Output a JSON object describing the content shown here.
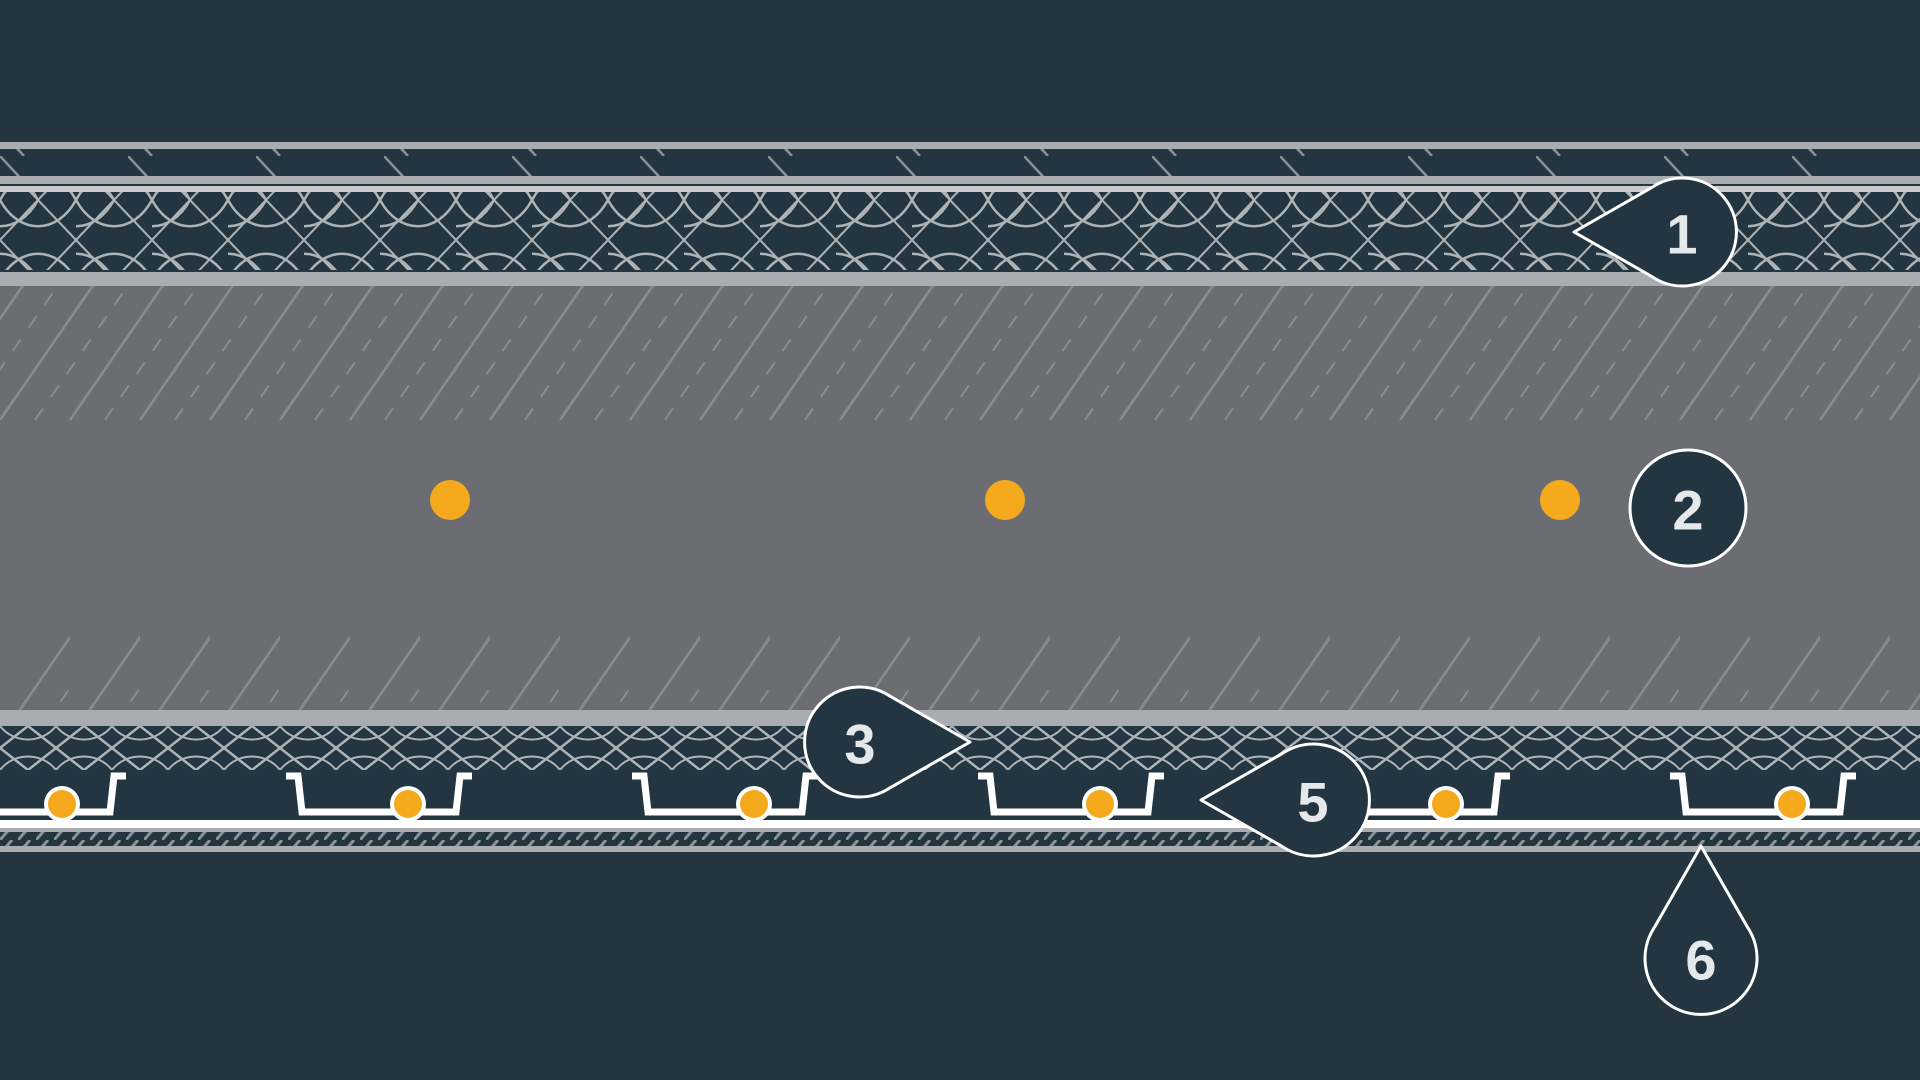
{
  "diagram": {
    "colors": {
      "background": "#243540",
      "layer_dark": "#223540",
      "layer_gray": "#6b6d72",
      "line_light": "#c8cccf",
      "line_mid": "#a9adb1",
      "heat_dot": "#f5a91d",
      "callout_fill": "#223540",
      "callout_stroke": "#ffffff",
      "callout_text": "#e6e9eb"
    },
    "callouts": [
      {
        "id": "1",
        "label": "1",
        "pointer": "left"
      },
      {
        "id": "2",
        "label": "2",
        "pointer": "none"
      },
      {
        "id": "3",
        "label": "3",
        "pointer": "right"
      },
      {
        "id": "5",
        "label": "5",
        "pointer": "left"
      },
      {
        "id": "6",
        "label": "6",
        "pointer": "up"
      }
    ],
    "layers": [
      {
        "id": "top-hatched-board"
      },
      {
        "id": "mesh-layer-upper"
      },
      {
        "id": "screed-layer"
      },
      {
        "id": "mesh-layer-lower"
      },
      {
        "id": "heating-pipe-panel"
      },
      {
        "id": "base-film"
      }
    ],
    "heating_pipes_in_screed": 3,
    "heating_pipes_in_panel": 6
  }
}
